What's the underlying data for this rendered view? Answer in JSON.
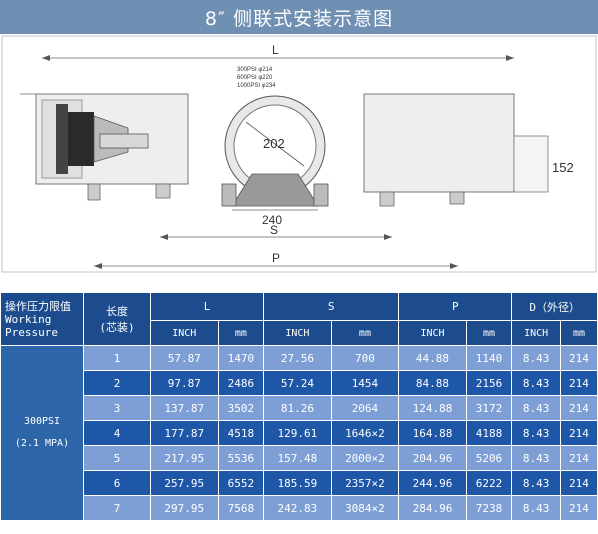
{
  "title": "8″ 侧联式安装示意图",
  "drawing": {
    "dim_L": "L",
    "dim_S": "S",
    "dim_P": "P",
    "dim_202": "202",
    "dim_240": "240",
    "dim_152": "152",
    "note_300": "300PSI φ214",
    "note_600": "600PSI φ220",
    "note_1000": "1000PSI φ234"
  },
  "table": {
    "header_pressure": [
      "操作压力限值",
      "Working",
      "Pressure"
    ],
    "header_length": [
      "长度",
      "(芯装)"
    ],
    "group_L": "L",
    "group_S": "S",
    "group_P": "P",
    "group_D": "D（外径）",
    "sub_inch": "INCH",
    "sub_mm": "mm",
    "pressure_label": "300PSI",
    "pressure_mpa": "(2.1 MPA)",
    "rows": [
      {
        "n": "1",
        "L_inch": "57.87",
        "L_mm": "1470",
        "S_inch": "27.56",
        "S_mm": "700",
        "P_inch": "44.88",
        "P_mm": "1140",
        "D_inch": "8.43",
        "D_mm": "214"
      },
      {
        "n": "2",
        "L_inch": "97.87",
        "L_mm": "2486",
        "S_inch": "57.24",
        "S_mm": "1454",
        "P_inch": "84.88",
        "P_mm": "2156",
        "D_inch": "8.43",
        "D_mm": "214"
      },
      {
        "n": "3",
        "L_inch": "137.87",
        "L_mm": "3502",
        "S_inch": "81.26",
        "S_mm": "2064",
        "P_inch": "124.88",
        "P_mm": "3172",
        "D_inch": "8.43",
        "D_mm": "214"
      },
      {
        "n": "4",
        "L_inch": "177.87",
        "L_mm": "4518",
        "S_inch": "129.61",
        "S_mm": "1646×2",
        "P_inch": "164.88",
        "P_mm": "4188",
        "D_inch": "8.43",
        "D_mm": "214"
      },
      {
        "n": "5",
        "L_inch": "217.95",
        "L_mm": "5536",
        "S_inch": "157.48",
        "S_mm": "2000×2",
        "P_inch": "204.96",
        "P_mm": "5206",
        "D_inch": "8.43",
        "D_mm": "214"
      },
      {
        "n": "6",
        "L_inch": "257.95",
        "L_mm": "6552",
        "S_inch": "185.59",
        "S_mm": "2357×2",
        "P_inch": "244.96",
        "P_mm": "6222",
        "D_inch": "8.43",
        "D_mm": "214"
      },
      {
        "n": "7",
        "L_inch": "297.95",
        "L_mm": "7568",
        "S_inch": "242.83",
        "S_mm": "3084×2",
        "P_inch": "284.96",
        "P_mm": "7238",
        "D_inch": "8.43",
        "D_mm": "214"
      }
    ]
  }
}
